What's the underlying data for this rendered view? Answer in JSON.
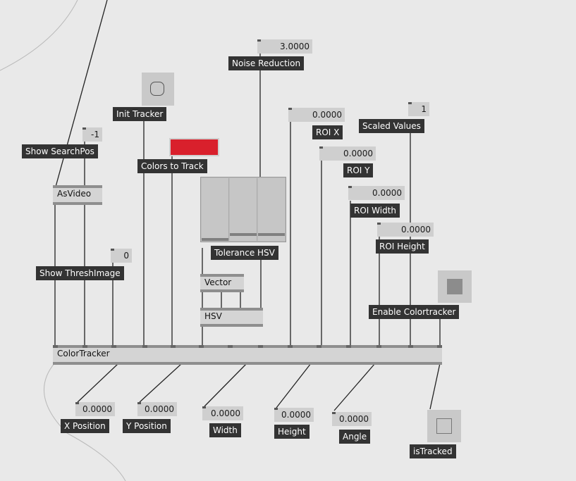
{
  "labels": {
    "noise_reduction": "Noise Reduction",
    "init_tracker": "Init Tracker",
    "colors_to_track": "Colors to Track",
    "show_searchpos": "Show SearchPos",
    "show_threshimage": "Show ThreshImage",
    "roi_x": "ROI X",
    "roi_y": "ROI Y",
    "roi_width": "ROI Width",
    "roi_height": "ROI Height",
    "scaled_values": "Scaled Values",
    "tolerance_hsv": "Tolerance HSV",
    "enable_colortracker": "Enable Colortracker",
    "x_position": "X Position",
    "y_position": "Y Position",
    "width": "Width",
    "height": "Height",
    "angle": "Angle",
    "is_tracked": "isTracked"
  },
  "objects": {
    "asvideo": "AsVideo",
    "vector": "Vector",
    "hsv": "HSV",
    "colortracker": "ColorTracker"
  },
  "values": {
    "noise_reduction": "3.0000",
    "show_searchpos": "-1",
    "show_threshimage": "0",
    "roi_x": "0.0000",
    "roi_y": "0.0000",
    "roi_width": "0.0000",
    "roi_height": "0.0000",
    "scaled_values": "1",
    "x_position": "0.0000",
    "y_position": "0.0000",
    "width": "0.0000",
    "height": "0.0000",
    "angle": "0.0000"
  },
  "tolerance_hsv_levels": [
    0.0,
    0.08,
    0.08
  ],
  "colors": {
    "color_to_track": "#d9202c",
    "label_bg": "#333333",
    "box_bg": "#cfcfcf",
    "canvas_bg": "#e9e9e9"
  },
  "icons": {
    "init_tracker": "bang-button-icon",
    "enable_colortracker": "toggle-on-icon",
    "is_tracked": "toggle-off-icon"
  }
}
